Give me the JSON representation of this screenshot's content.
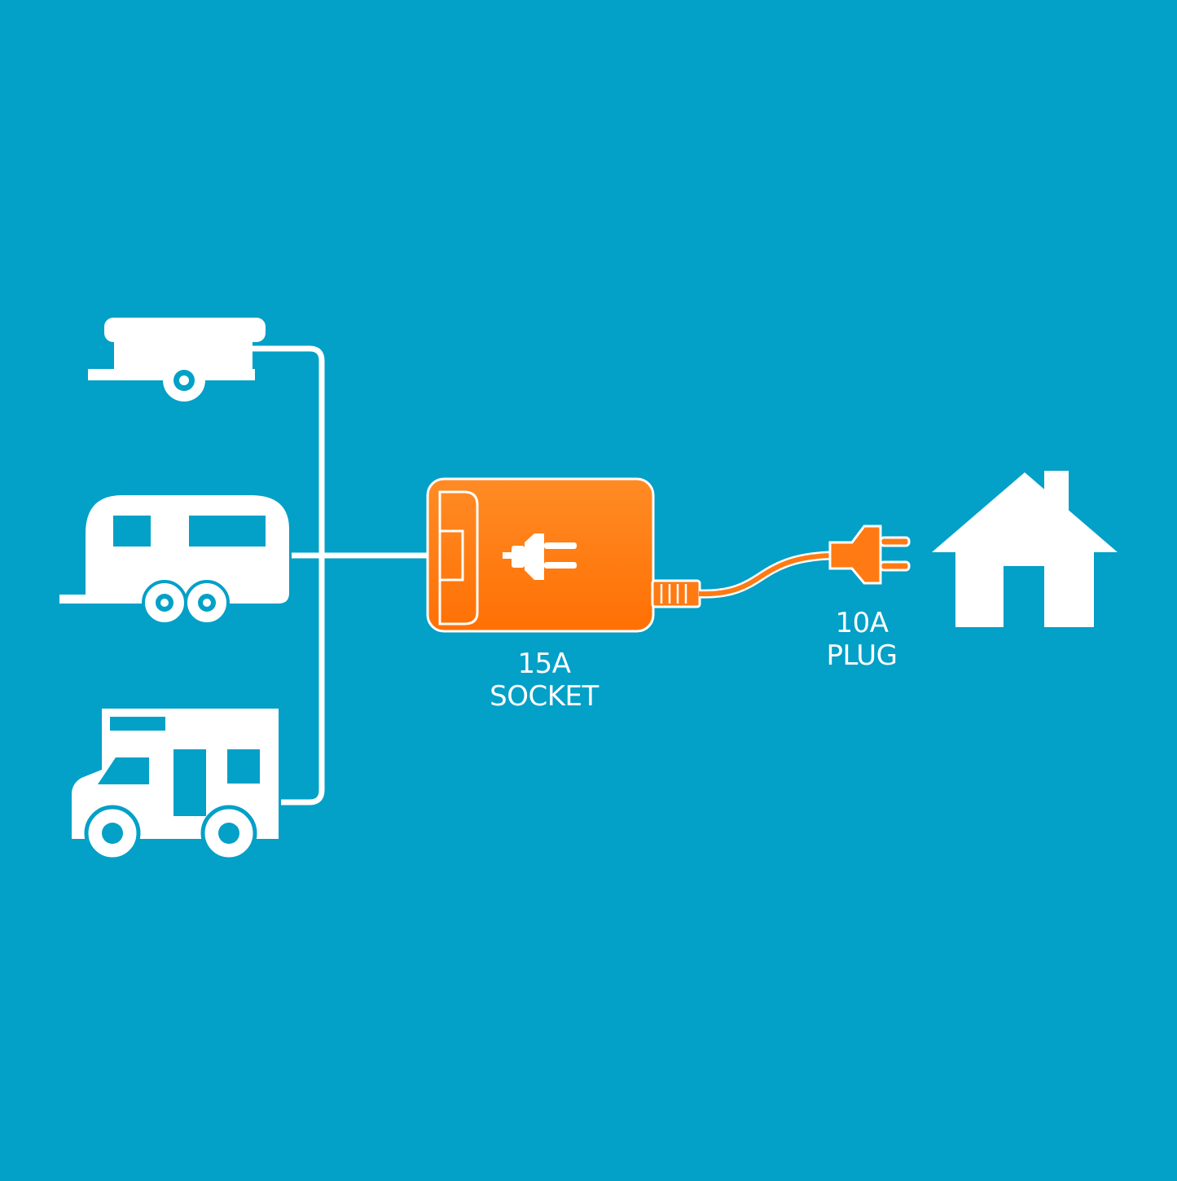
{
  "colors": {
    "background": "#03A0C7",
    "foreground": "#FFFFFF",
    "accent_orange": "#FF7A12"
  },
  "icons": {
    "box_trailer": "box-trailer-icon",
    "caravan": "caravan-icon",
    "motorhome": "motorhome-icon",
    "socket_box": "socket-box-icon",
    "plug": "plug-icon",
    "house": "house-icon"
  },
  "labels": {
    "socket": {
      "line1": "15A",
      "line2": "SOCKET"
    },
    "plug": {
      "line1": "10A",
      "line2": "PLUG"
    }
  }
}
